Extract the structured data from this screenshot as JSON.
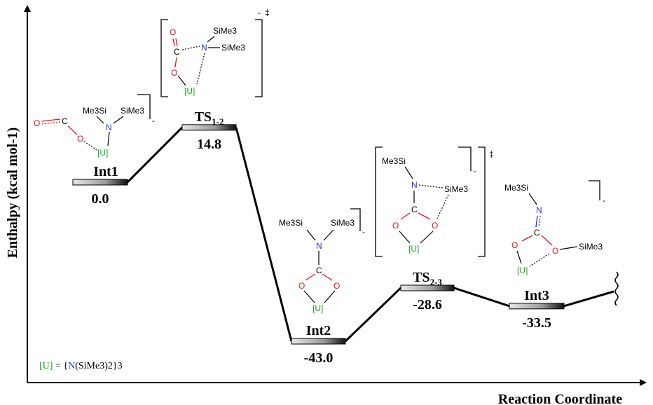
{
  "axes": {
    "y_label": "Enthalpy (kcal mol-1)",
    "x_label": "Reaction Coordinate"
  },
  "colors": {
    "oxygen": "#e8141b",
    "nitrogen": "#2b35c9",
    "uranium": "#1fa31f",
    "line": "#000000"
  },
  "levels": [
    {
      "id": "int1",
      "label": "Int1",
      "value": 0.0,
      "value_text": "0.0"
    },
    {
      "id": "ts12",
      "label": "TS",
      "label_sub": "1-2",
      "value": 14.8,
      "value_text": "14.8"
    },
    {
      "id": "int2",
      "label": "Int2",
      "value": -43.0,
      "value_text": "-43.0"
    },
    {
      "id": "ts23",
      "label": "TS",
      "label_sub": "2-3",
      "value": -28.6,
      "value_text": "-28.6"
    },
    {
      "id": "int3",
      "label": "Int3",
      "value": -33.5,
      "value_text": "-33.5"
    }
  ],
  "structure_labels": {
    "u": "[U]",
    "n": "N",
    "o": "O",
    "c": "C",
    "me3si": "Me3Si",
    "sime3": "SiMe3",
    "charge": "-",
    "dagger": "‡"
  },
  "legend": {
    "u": "[U]",
    "eq": " = {",
    "n": "N",
    "rest": "(SiMe3)2}3"
  }
}
